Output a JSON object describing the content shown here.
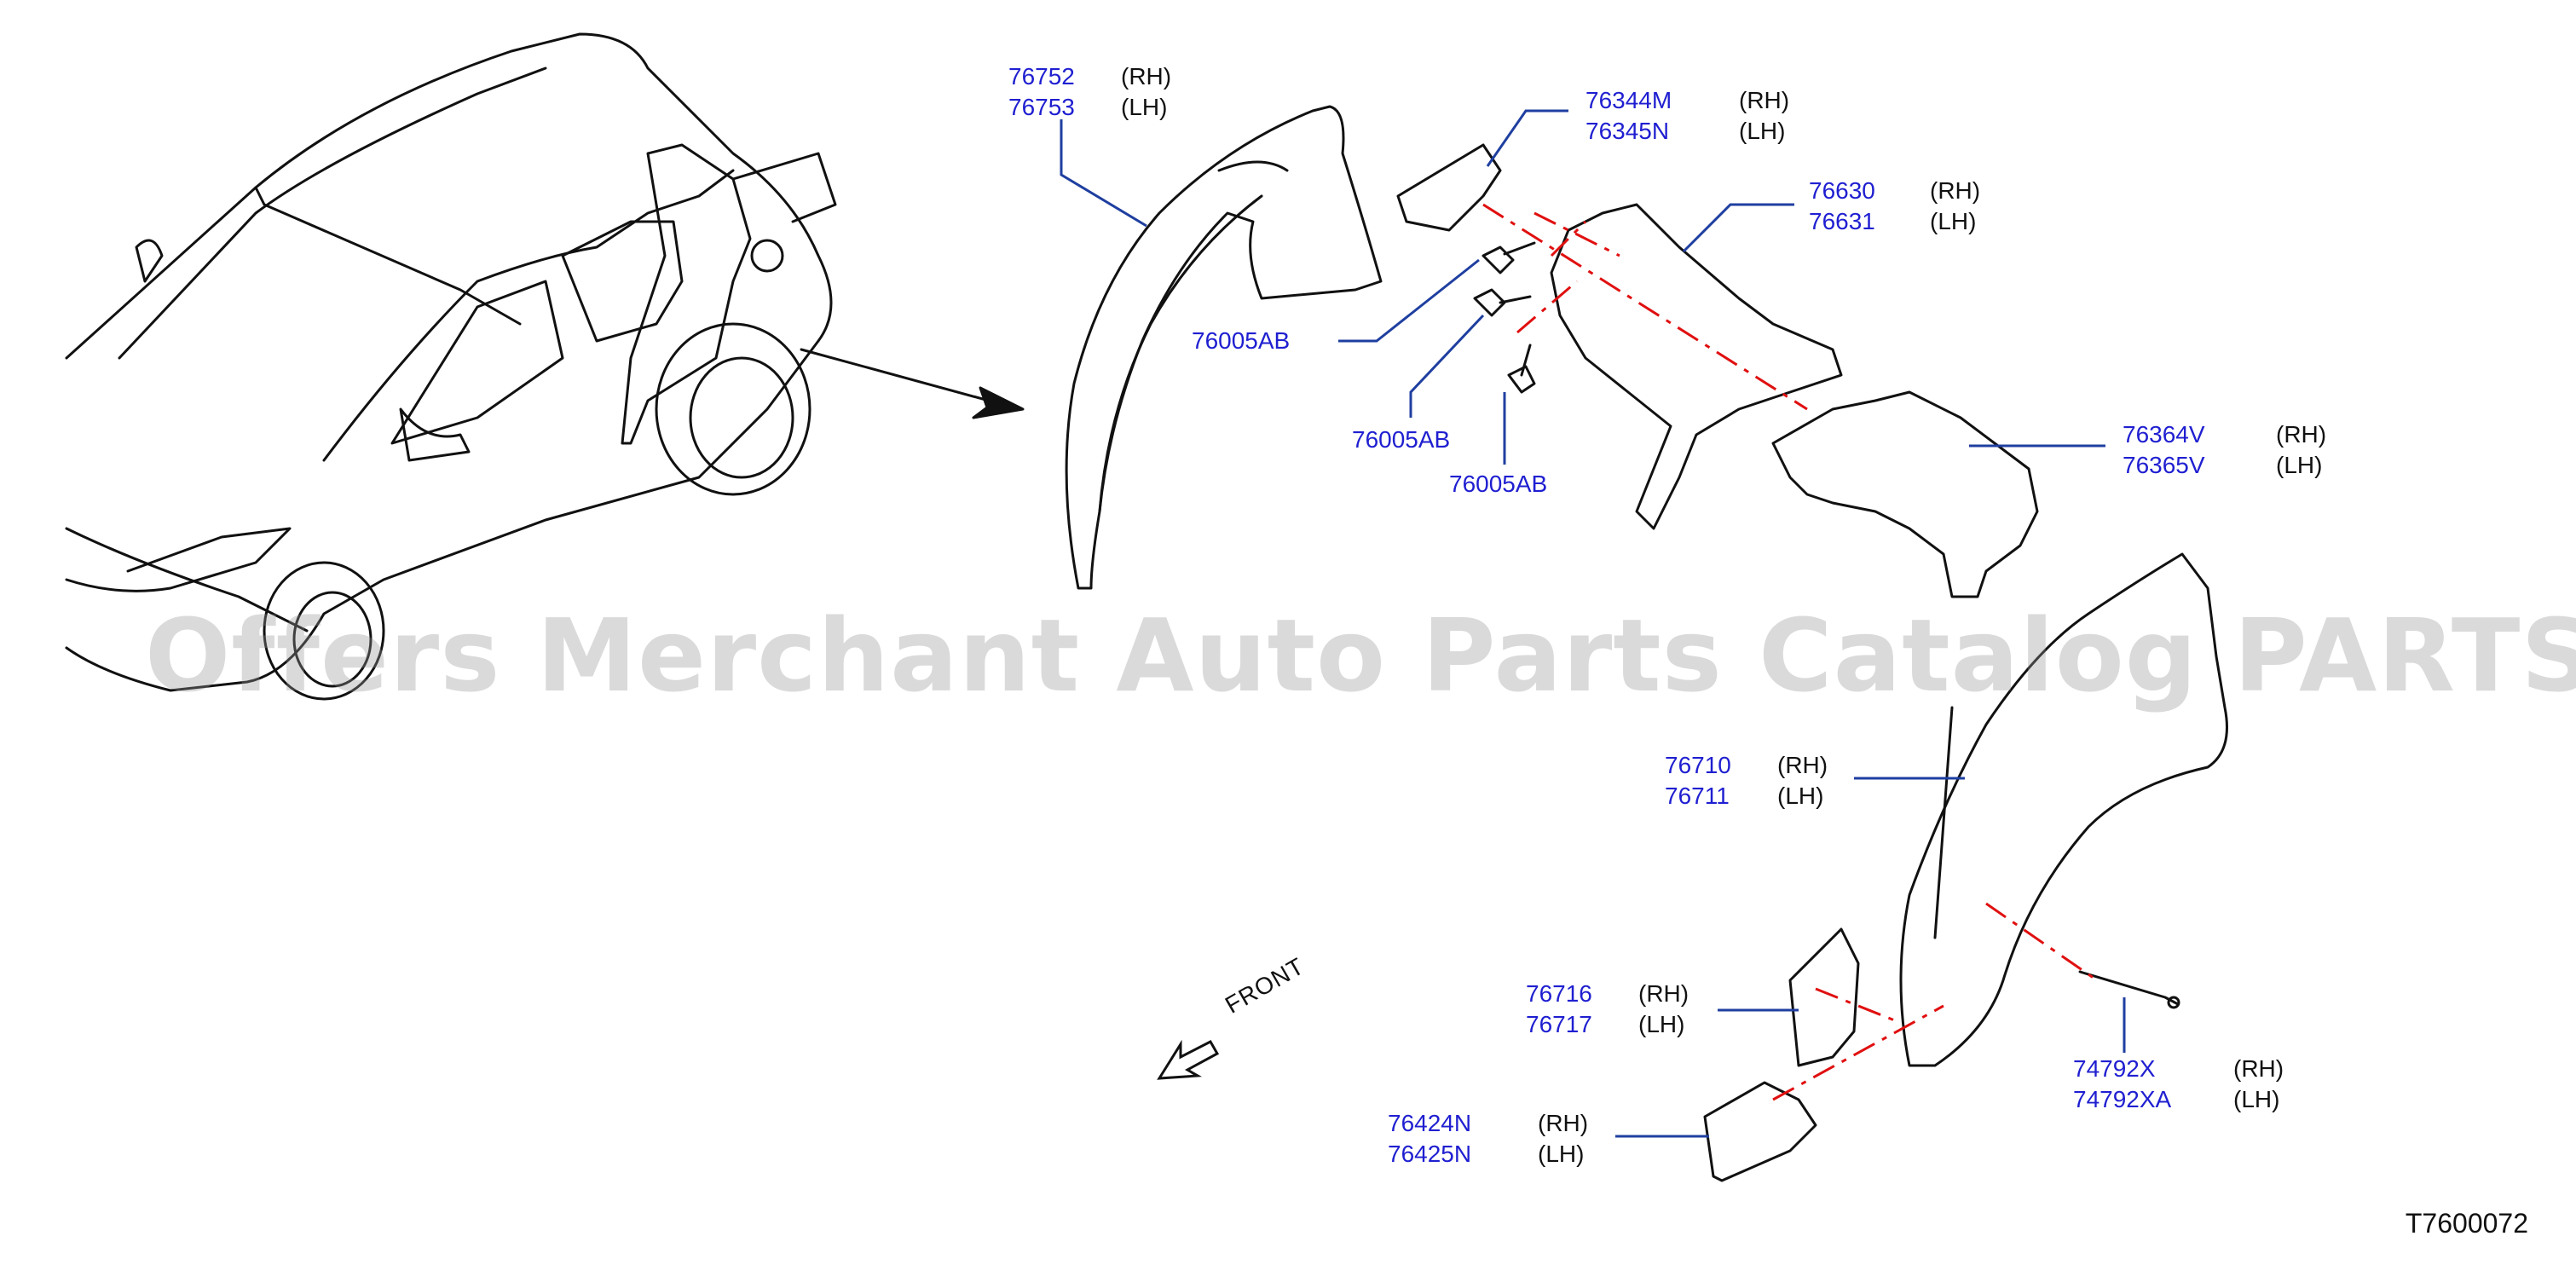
{
  "callouts": [
    {
      "id": "c1",
      "rh": "76752",
      "lh": "76753",
      "rh_side": "(RH)",
      "lh_side": "(LH)"
    },
    {
      "id": "c2",
      "rh": "76344M",
      "lh": "76345N",
      "rh_side": "(RH)",
      "lh_side": "(LH)"
    },
    {
      "id": "c3",
      "rh": "76630",
      "lh": "76631",
      "rh_side": "(RH)",
      "lh_side": "(LH)"
    },
    {
      "id": "c4",
      "rh": "76364V",
      "lh": "76365V",
      "rh_side": "(RH)",
      "lh_side": "(LH)"
    },
    {
      "id": "c5",
      "rh": "76710",
      "lh": "76711",
      "rh_side": "(RH)",
      "lh_side": "(LH)"
    },
    {
      "id": "c6",
      "rh": "76716",
      "lh": "76717",
      "rh_side": "(RH)",
      "lh_side": "(LH)"
    },
    {
      "id": "c7",
      "rh": "76424N",
      "lh": "76425N",
      "rh_side": "(RH)",
      "lh_side": "(LH)"
    },
    {
      "id": "c8",
      "rh": "74792X",
      "lh": "74792XA",
      "rh_side": "(RH)",
      "lh_side": "(LH)"
    }
  ],
  "bolts": [
    "76005AB",
    "76005AB",
    "76005AB"
  ],
  "front_label": "FRONT",
  "watermark": "Offers Merchant Auto Parts Catalog PARTSTORE.SA",
  "diagram_code": "T7600072",
  "colors": {
    "part_number": "#1f1fd1",
    "leader": "#1f3fa0",
    "centerline": "#e01010",
    "line": "#111111"
  }
}
